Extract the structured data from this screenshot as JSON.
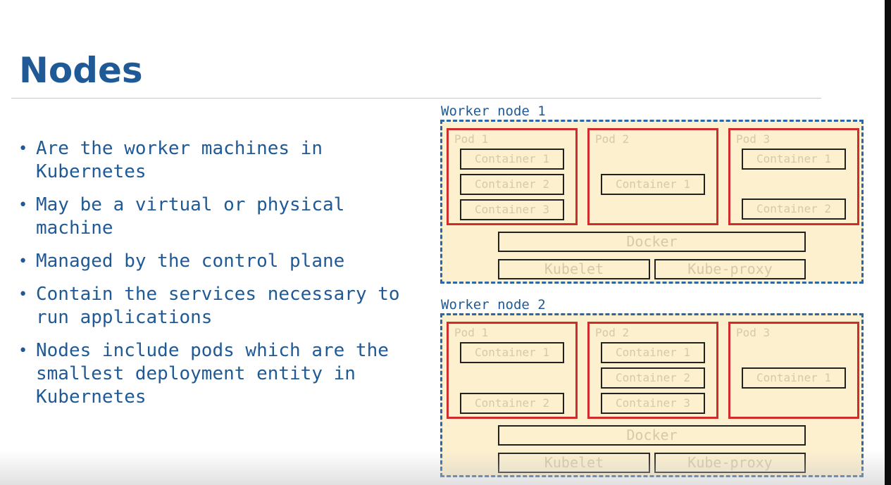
{
  "slide": {
    "title": "Nodes",
    "bullets": [
      "Are the worker machines in Kubernetes",
      "May be a virtual or physical machine",
      "Managed by the control plane",
      "Contain the services necessary to run applications",
      "Nodes include pods which are the smallest deployment entity in Kubernetes"
    ]
  },
  "colors": {
    "title": "#1f5a96",
    "node_border": "#2a66a8",
    "node_fill": "#fdf0cf",
    "pod_border": "#d02c2c"
  },
  "diagram": {
    "nodes": [
      {
        "label": "Worker node 1",
        "pods": [
          {
            "label": "Pod 1",
            "containers": [
              "Container 1",
              "Container 2",
              "Container 3"
            ]
          },
          {
            "label": "Pod 2",
            "containers": [
              "Container 1"
            ]
          },
          {
            "label": "Pod 3",
            "containers": [
              "Container 1",
              "Container 2"
            ]
          }
        ],
        "docker": "Docker",
        "kubelet": "Kubelet",
        "kube_proxy": "Kube-proxy"
      },
      {
        "label": "Worker node 2",
        "pods": [
          {
            "label": "Pod 1",
            "containers": [
              "Container 1",
              "Container 2"
            ]
          },
          {
            "label": "Pod 2",
            "containers": [
              "Container 1",
              "Container 2",
              "Container 3"
            ]
          },
          {
            "label": "Pod 3",
            "containers": [
              "Container 1"
            ]
          }
        ],
        "docker": "Docker",
        "kubelet": "Kubelet",
        "kube_proxy": "Kube-proxy"
      }
    ]
  }
}
